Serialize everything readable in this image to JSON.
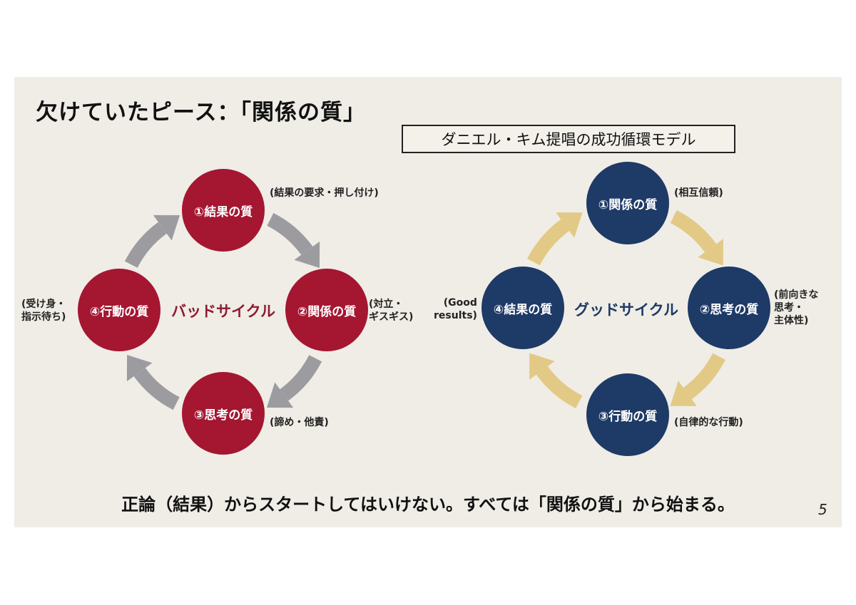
{
  "title": "欠けていたピース：「関係の質」",
  "subtitle": "ダニエル・キム提唱の成功循環モデル",
  "bad_cycle": {
    "label": "バッドサイクル",
    "color": "#a51631",
    "arrow_color": "#9c9ca0",
    "nodes": [
      {
        "label": "①結果の質",
        "note": "(結果の要求・押し付け)"
      },
      {
        "label": "②関係の質",
        "note": "(対立・\nギスギス)"
      },
      {
        "label": "③思考の質",
        "note": "(諦め・他責)"
      },
      {
        "label": "④行動の質",
        "note": "(受け身・\n指示待ち)"
      }
    ]
  },
  "good_cycle": {
    "label": "グッドサイクル",
    "color": "#1e3a66",
    "arrow_color": "#e2c985",
    "nodes": [
      {
        "label": "①関係の質",
        "note": "(相互信頼)"
      },
      {
        "label": "②思考の質",
        "note": "(前向きな\n思考・\n主体性)"
      },
      {
        "label": "③行動の質",
        "note": "(自律的な行動)"
      },
      {
        "label": "④結果の質",
        "note": "(Good\nresults)"
      }
    ]
  },
  "caption": "正論（結果）からスタートしてはいけない。すべては「関係の質」から始まる。",
  "page_number": "5"
}
